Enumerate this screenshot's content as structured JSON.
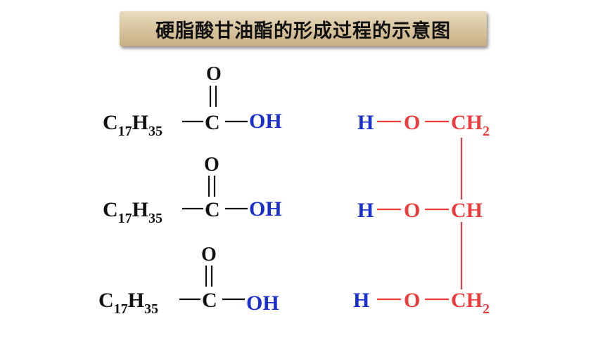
{
  "title": "硬脂酸甘油酯的形成过程的示意图",
  "acid": {
    "alkyl_main_1": "C",
    "alkyl_sub_1": "17",
    "alkyl_main_2": "H",
    "alkyl_sub_2": "35",
    "carbon": "C",
    "carbonyl_o": "O",
    "hydroxyl": "OH"
  },
  "glycerol": {
    "h": "H",
    "o": "O",
    "ch2_main": "CH",
    "ch2_sub": "2",
    "ch": "CH"
  },
  "colors": {
    "acid_text": "#111111",
    "hydroxyl": "#1a2fcf",
    "hydrogen": "#1a2fcf",
    "glycerol_backbone": "#ee3b3b"
  }
}
